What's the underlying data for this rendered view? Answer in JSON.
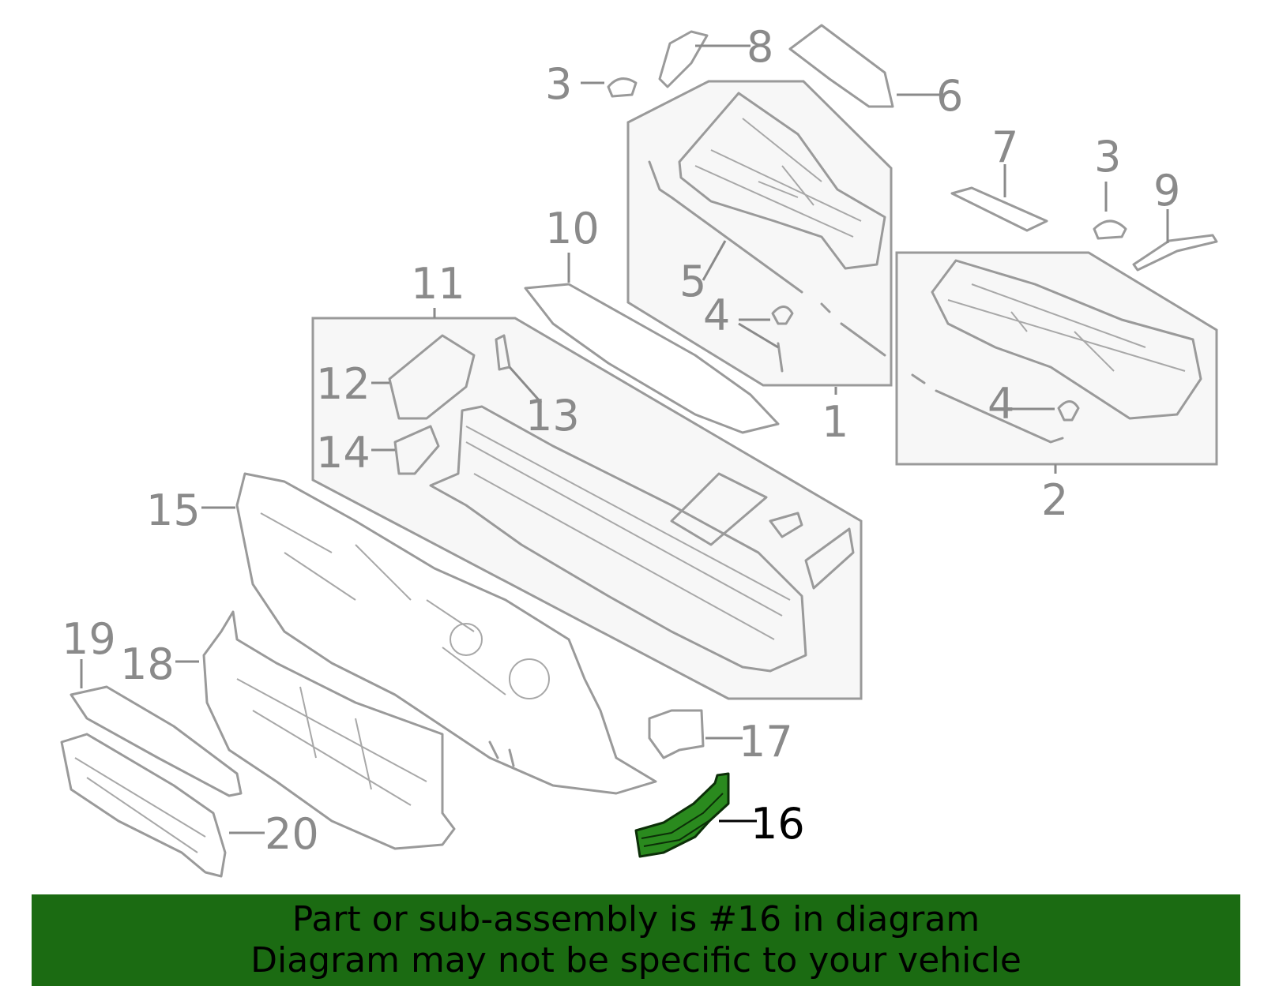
{
  "callouts": [
    {
      "id": "1",
      "label": "1"
    },
    {
      "id": "2",
      "label": "2"
    },
    {
      "id": "3a",
      "label": "3"
    },
    {
      "id": "3b",
      "label": "3"
    },
    {
      "id": "4a",
      "label": "4"
    },
    {
      "id": "4b",
      "label": "4"
    },
    {
      "id": "5",
      "label": "5"
    },
    {
      "id": "6",
      "label": "6"
    },
    {
      "id": "7",
      "label": "7"
    },
    {
      "id": "8",
      "label": "8"
    },
    {
      "id": "9",
      "label": "9"
    },
    {
      "id": "10",
      "label": "10"
    },
    {
      "id": "11",
      "label": "11"
    },
    {
      "id": "12",
      "label": "12"
    },
    {
      "id": "13",
      "label": "13"
    },
    {
      "id": "14",
      "label": "14"
    },
    {
      "id": "15",
      "label": "15"
    },
    {
      "id": "16",
      "label": "16"
    },
    {
      "id": "17",
      "label": "17"
    },
    {
      "id": "18",
      "label": "18"
    },
    {
      "id": "19",
      "label": "19"
    },
    {
      "id": "20",
      "label": "20"
    }
  ],
  "highlighted_part": "16",
  "colors": {
    "highlight_part": "#2a8a1e",
    "banner_bg": "#1b6b12",
    "callout": "#8a8a8a",
    "line": "#9a9a9a"
  },
  "banner": {
    "line1": "Part or sub-assembly is #16 in diagram",
    "line2": "Diagram may not be specific to your vehicle"
  }
}
